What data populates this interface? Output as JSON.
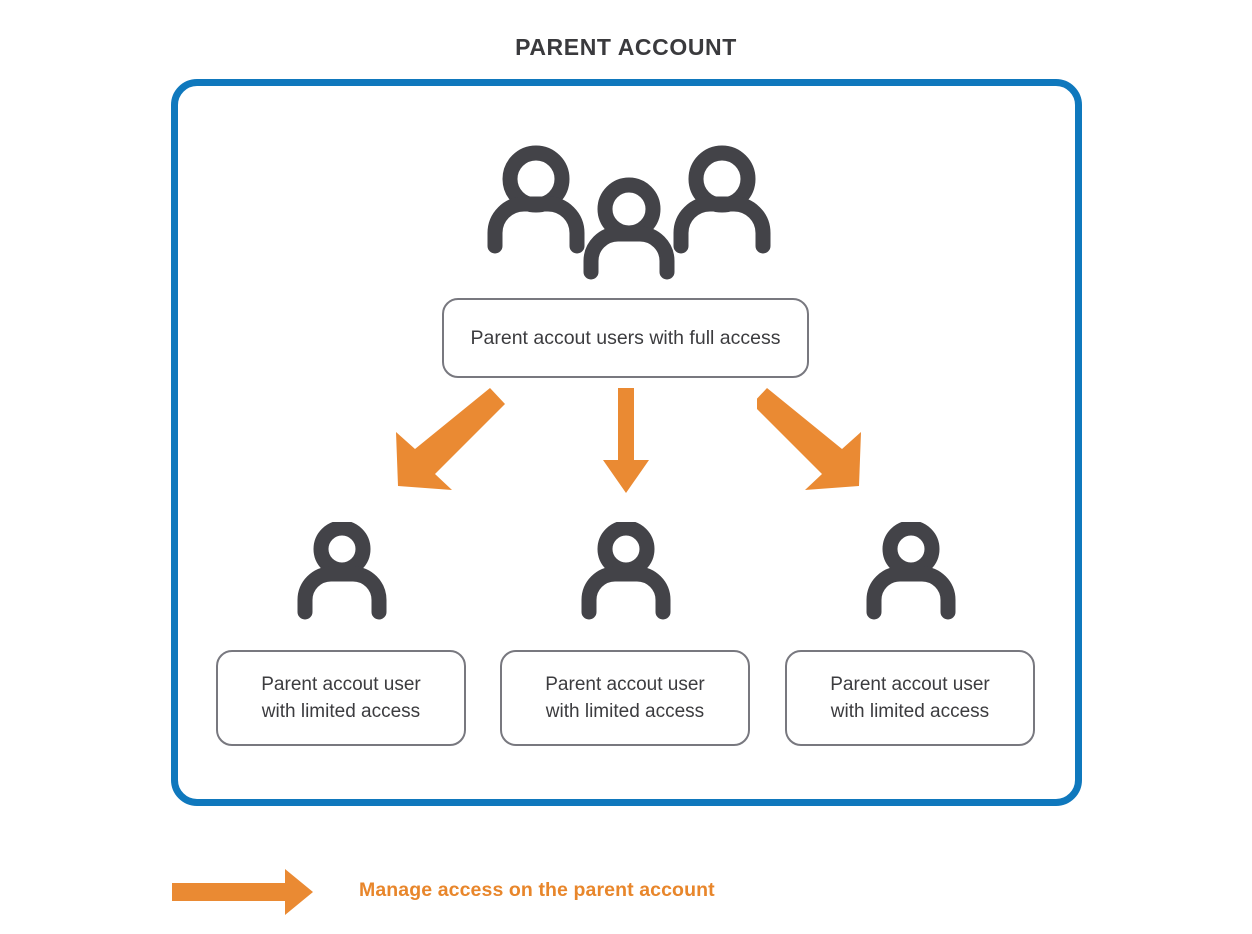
{
  "title": "PARENT ACCOUNT",
  "colors": {
    "container_border": "#0f78bd",
    "arrow": "#ea8a33",
    "icon": "#434348",
    "box_border": "#78787f",
    "title_text": "#3a3a3d",
    "legend_text": "#e8862b"
  },
  "container": {
    "name": "parent-account-container"
  },
  "top_group": {
    "icon": "three-people-icon",
    "label": "Parent accout users with full access"
  },
  "children": [
    {
      "icon": "person-icon",
      "label_line1": "Parent accout user",
      "label_line2": "with limited access"
    },
    {
      "icon": "person-icon",
      "label_line1": "Parent accout user",
      "label_line2": "with limited access"
    },
    {
      "icon": "person-icon",
      "label_line1": "Parent accout user",
      "label_line2": "with limited access"
    }
  ],
  "arrows": [
    {
      "name": "arrow-down-left",
      "direction": "down-left"
    },
    {
      "name": "arrow-down",
      "direction": "down"
    },
    {
      "name": "arrow-down-right",
      "direction": "down-right"
    }
  ],
  "legend": {
    "arrow_icon": "arrow-right-icon",
    "text": "Manage access on the parent account"
  }
}
